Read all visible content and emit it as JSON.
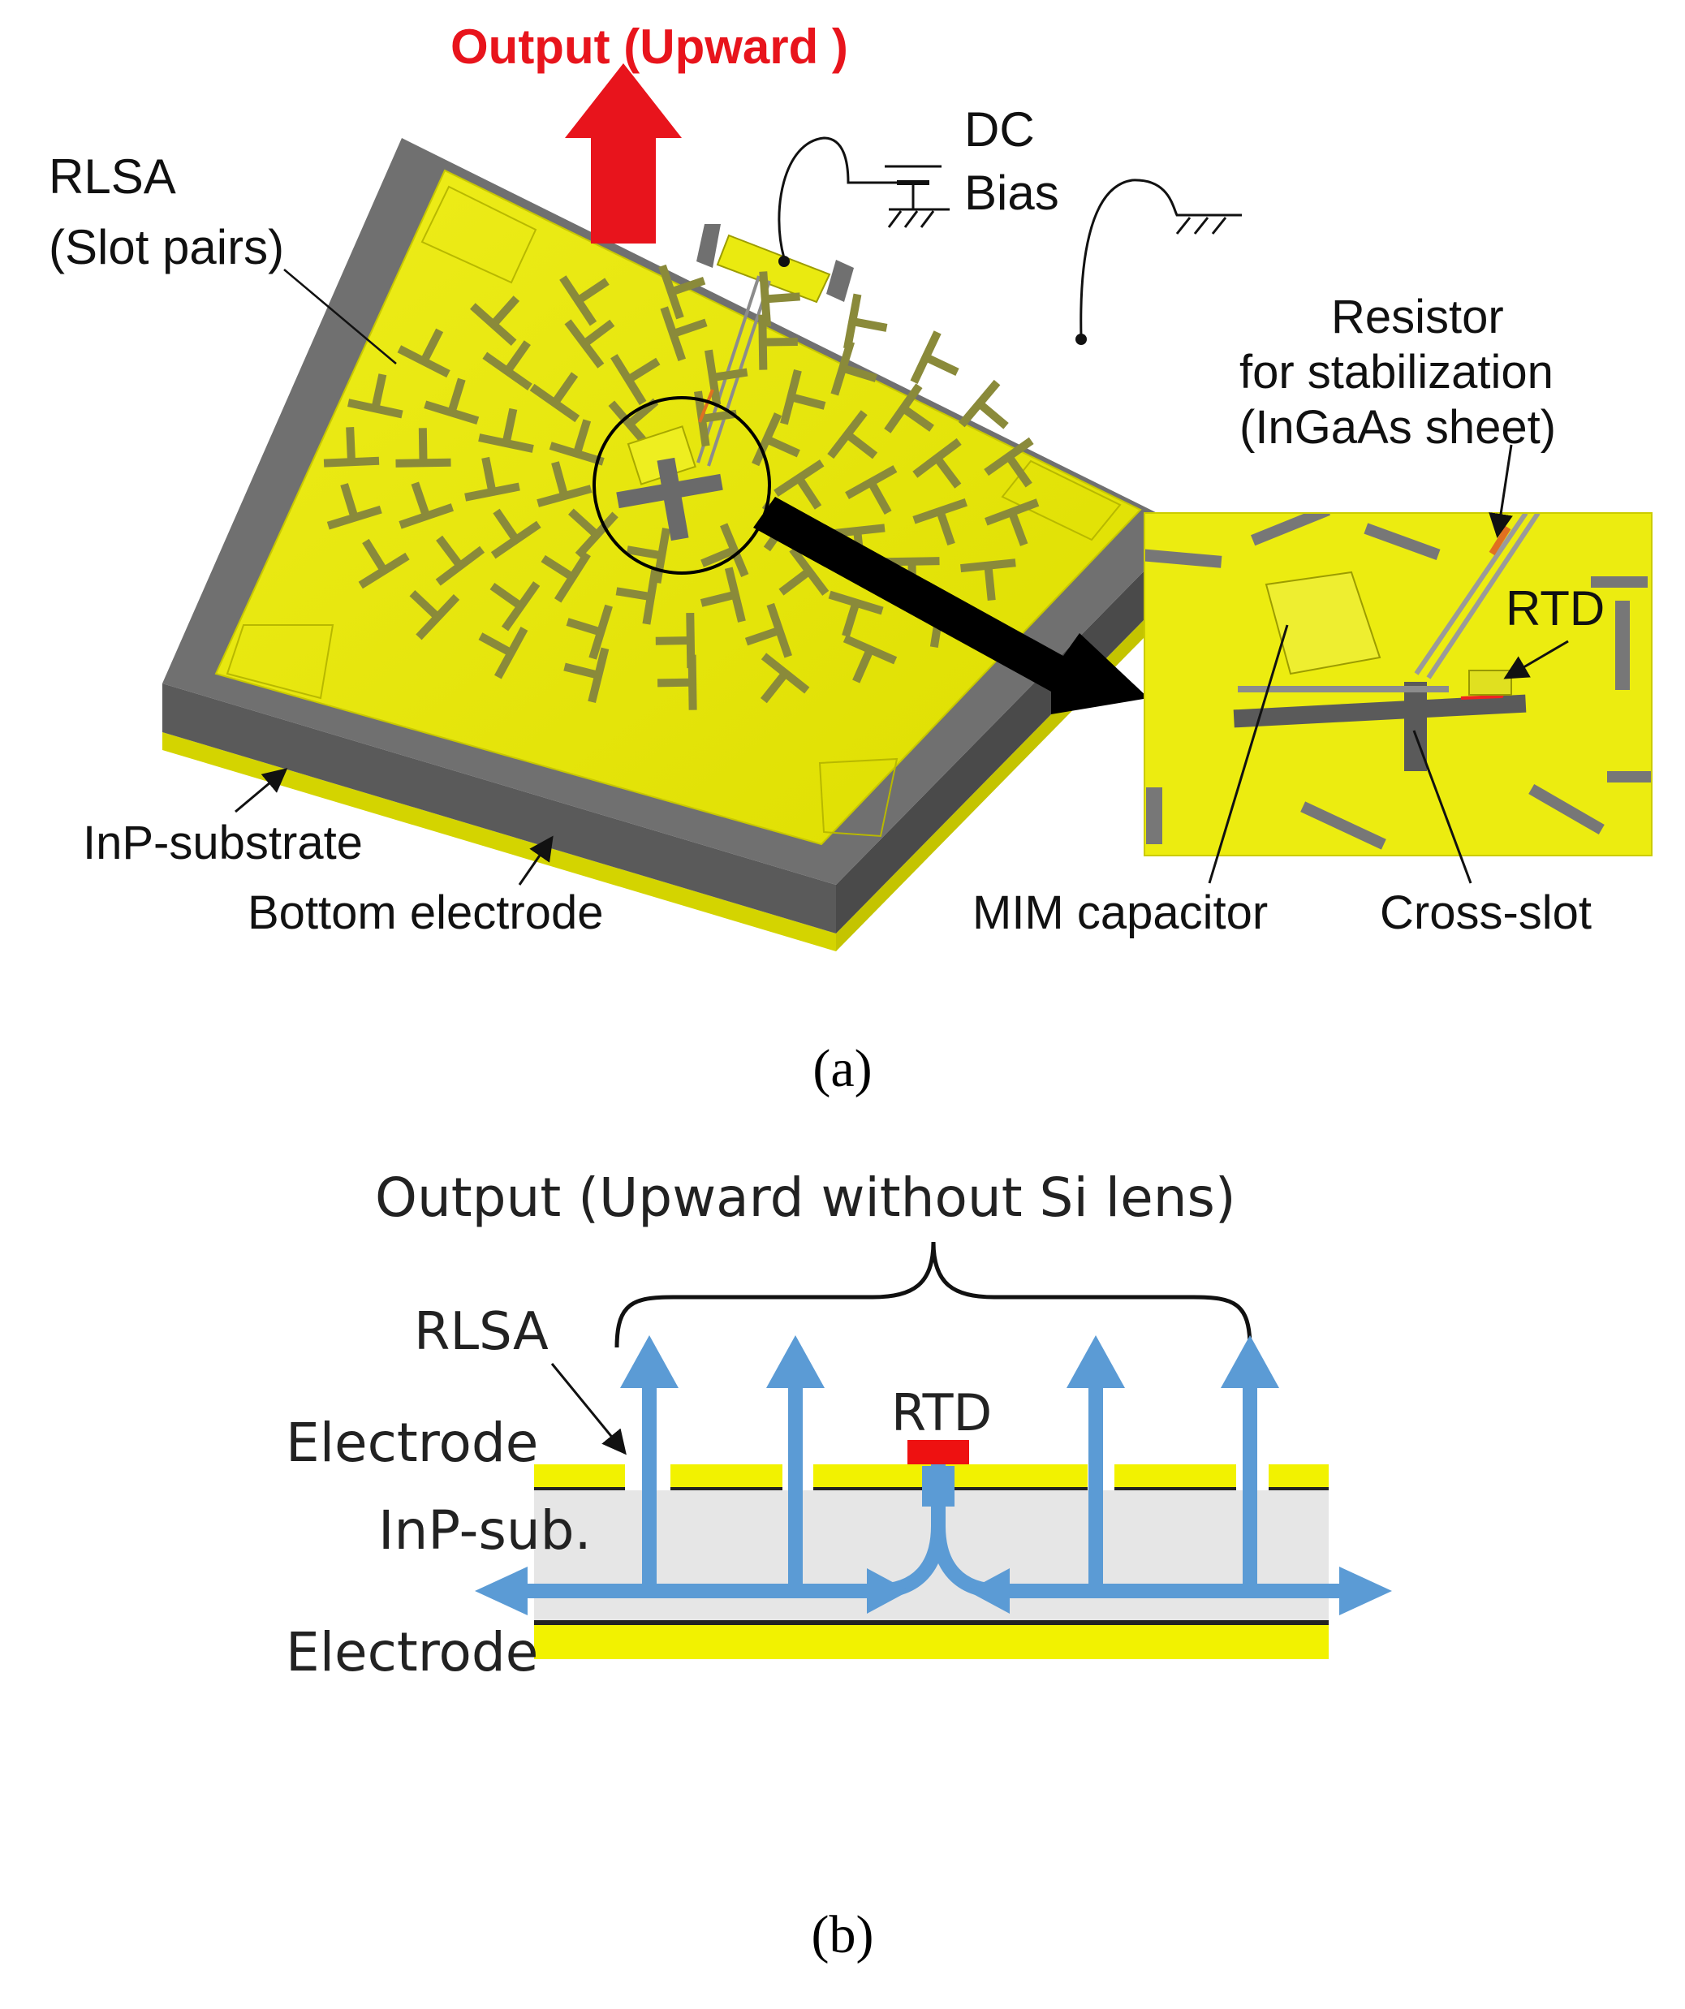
{
  "panel_a": {
    "output_label": "Output (Upward )",
    "rlsa_label": "RLSA",
    "slot_pairs_label": "(Slot pairs)",
    "dc_label": "DC",
    "bias_label": "Bias",
    "resistor_line1": "Resistor",
    "resistor_line2": "for stabilization",
    "resistor_line3": "(InGaAs sheet)",
    "rtd_label": "RTD",
    "substrate_label": "InP-substrate",
    "bottom_electrode_label": "Bottom  electrode",
    "mim_label": "MIM capacitor",
    "cross_slot_label": "Cross-slot",
    "caption": "(a)"
  },
  "panel_b": {
    "output_label": "Output (Upward without Si lens)",
    "rlsa_label": "RLSA",
    "rtd_label": "RTD",
    "electrode_top_label": "Electrode",
    "inp_label": "InP-sub.",
    "electrode_bottom_label": "Electrode",
    "caption": "(b)"
  },
  "colors": {
    "gold": "#e8e600",
    "substrate_gray": "#6e6e6e",
    "output_red": "#e8141c",
    "beam_blue": "#5b9bd5",
    "rtd_red": "#ee1111",
    "inp_fill": "#e6e6e6"
  }
}
